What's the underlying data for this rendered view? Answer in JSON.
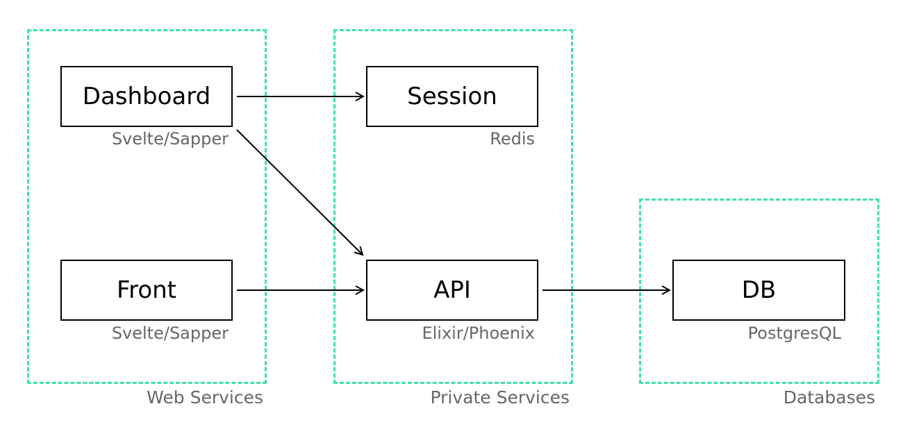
{
  "groups": {
    "web": {
      "label": "Web Services"
    },
    "private": {
      "label": "Private Services"
    },
    "databases": {
      "label": "Databases"
    }
  },
  "nodes": {
    "dashboard": {
      "label": "Dashboard",
      "tech": "Svelte/Sapper"
    },
    "front": {
      "label": "Front",
      "tech": "Svelte/Sapper"
    },
    "session": {
      "label": "Session",
      "tech": "Redis"
    },
    "api": {
      "label": "API",
      "tech": "Elixir/Phoenix"
    },
    "db": {
      "label": "DB",
      "tech": "PostgresQL"
    }
  },
  "edges": [
    {
      "from": "dashboard",
      "to": "session"
    },
    {
      "from": "dashboard",
      "to": "api"
    },
    {
      "from": "front",
      "to": "api"
    },
    {
      "from": "api",
      "to": "db"
    }
  ],
  "colors": {
    "group_border": "#3ee0b0",
    "text_secondary": "#666666",
    "node_border": "#000000"
  }
}
